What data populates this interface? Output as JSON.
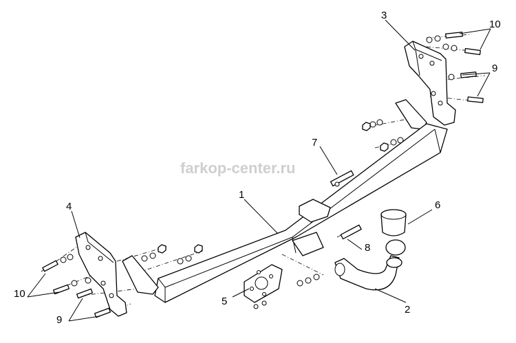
{
  "watermark": "farkop-center.ru",
  "callouts": {
    "c1": "1",
    "c2": "2",
    "c3": "3",
    "c4": "4",
    "c5": "5",
    "c6": "6",
    "c7": "7",
    "c8": "8",
    "c9_right": "9",
    "c9_left": "9",
    "c10_right": "10",
    "c10_left": "10"
  }
}
